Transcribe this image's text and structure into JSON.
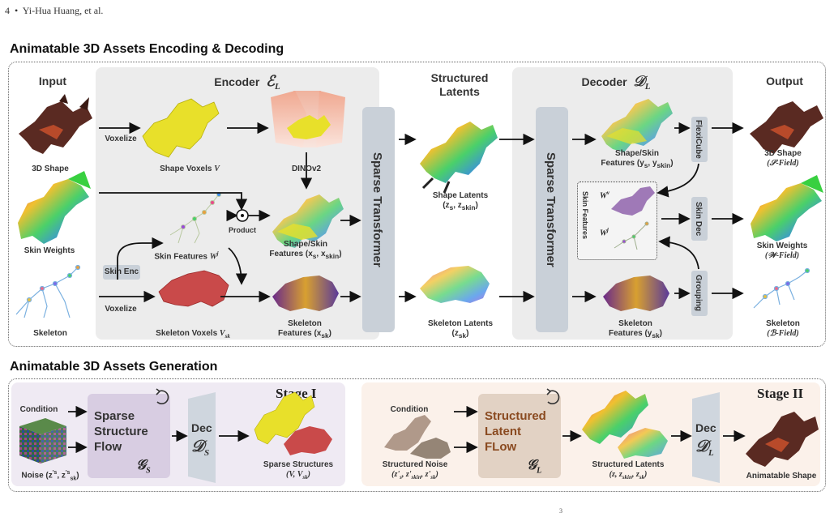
{
  "header": {
    "page_num": "4",
    "bullet": "•",
    "authors": "Yi-Hua Huang, et al."
  },
  "section1": {
    "title": "Animatable 3D Assets Encoding & Decoding",
    "input_head": "Input",
    "encoder_head": "Encoder",
    "encoder_sym": "ℰ",
    "encoder_sub": "L",
    "latents_head_1": "Structured",
    "latents_head_2": "Latents",
    "decoder_head": "Decoder",
    "decoder_sym": "𝒟",
    "decoder_sub": "L",
    "output_head": "Output",
    "input_shape": "3D Shape",
    "input_skin": "Skin Weights",
    "input_skel": "Skeleton",
    "voxelize_1": "Voxelize",
    "voxelize_2": "Voxelize",
    "skin_enc": "Skin Enc",
    "shape_voxels": "Shape Voxels",
    "shape_voxels_var": "V",
    "dinov2": "DINOv2",
    "product": "Product",
    "skin_features": "Skin Features",
    "skin_features_var": "W",
    "skin_features_sup": "j",
    "enc_shapeskin_1": "Shape/Skin",
    "enc_shapeskin_2": "Features (x",
    "enc_shapeskin_2b": "s",
    "enc_shapeskin_2c": ", x",
    "enc_shapeskin_2d": "skin",
    "enc_shapeskin_2e": ")",
    "skel_voxels": "Skeleton Voxels",
    "skel_voxels_var": "V",
    "skel_voxels_sub": "sk",
    "enc_skel_1": "Skeleton",
    "enc_skel_2": "Features (x",
    "enc_skel_2b": "sk",
    "enc_skel_2c": ")",
    "sparse_transformer_1": "Sparse Transformer",
    "sparse_transformer_2": "Sparse Transformer",
    "shape_latents_1": "Shape Latents",
    "shape_latents_2": "(z",
    "shape_latents_2b": "s",
    "shape_latents_2c": ", z",
    "shape_latents_2d": "skin",
    "shape_latents_2e": ")",
    "skel_latents_1": "Skeleton Latents",
    "skel_latents_2": "(z",
    "skel_latents_2b": "sk",
    "skel_latents_2c": ")",
    "dec_shapeskin_1": "Shape/Skin",
    "dec_shapeskin_2": "Features (y",
    "dec_shapeskin_2b": "s",
    "dec_shapeskin_2c": ", y",
    "dec_shapeskin_2d": "skin",
    "dec_shapeskin_2e": ")",
    "dec_skel_1": "Skeleton",
    "dec_skel_2": "Features (y",
    "dec_skel_2b": "sk",
    "dec_skel_2c": ")",
    "skin_features_vertical": "Skin Features",
    "wv_var": "W",
    "wv_sup": "v",
    "wj_var": "W",
    "wj_sup": "j",
    "flexicube": "FlexiCube",
    "skin_dec": "Skin Dec",
    "grouping": "Grouping",
    "out_shape_1": "3D Shape",
    "out_shape_2": "(𝒮-Field)",
    "out_skin_1": "Skin Weights",
    "out_skin_2": "(𝒲-Field)",
    "out_skel_1": "Skeleton",
    "out_skel_2": "(ℬ-Field)"
  },
  "section2": {
    "title": "Animatable 3D Assets Generation",
    "stage1": "Stage I",
    "stage2": "Stage II",
    "condition_1": "Condition",
    "condition_2": "Condition",
    "noise_1": "Noise (z",
    "noise_1b": "'s",
    "noise_1c": ", z",
    "noise_1d": "'s",
    "noise_1e": "sk",
    "noise_1f": ")",
    "ssf_1": "Sparse",
    "ssf_2": "Structure",
    "ssf_3": "Flow",
    "ssf_sym": "𝒢",
    "ssf_sub": "S",
    "dec1": "Dec",
    "dec1_sym": "𝒟",
    "dec1_sub": "S",
    "sparse_structures_1": "Sparse Structures",
    "sparse_structures_2": "(V, V",
    "sparse_structures_2b": "sk",
    "sparse_structures_2c": ")",
    "structured_noise_1": "Structured Noise",
    "structured_noise_2": "(z'",
    "structured_noise_2b": "s",
    "structured_noise_2c": ", z'",
    "structured_noise_2d": "skin",
    "structured_noise_2e": ", z'",
    "structured_noise_2f": "sk",
    "structured_noise_2g": ")",
    "slf_1": "Structured",
    "slf_2": "Latent",
    "slf_3": "FLow",
    "slf_sym": "𝒢",
    "slf_sub": "L",
    "dec2": "Dec",
    "dec2_sym": "𝒟",
    "dec2_sub": "L",
    "structured_latents_1": "Structured Latents",
    "structured_latents_2": "(z, z",
    "structured_latents_2b": "skin",
    "structured_latents_2c": ", z",
    "structured_latents_2d": "sk",
    "structured_latents_2e": ")",
    "animatable_shape": "Animatable Shape"
  },
  "footer": {
    "stray_mark": "3"
  },
  "colors": {
    "panel_grey": "#ececec",
    "transformer_box": "#c9d0d8",
    "stage1_bg": "#efeaf3",
    "stage2_bg": "#fbf1ea",
    "ssf_box": "#d8cde2",
    "slf_box": "#e2d2c4",
    "dec_trapezoid": "#cfd6de",
    "yellow_voxels": "#e8e02a",
    "red_voxels": "#c94a4a",
    "dark_model": "#5a2a22"
  }
}
